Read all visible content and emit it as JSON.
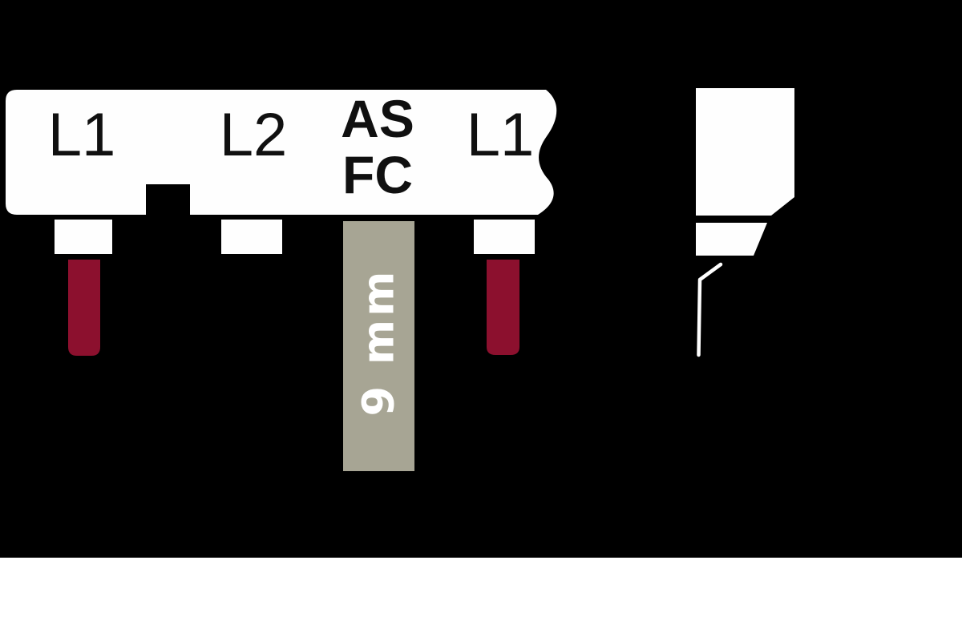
{
  "colors": {
    "background": "#000000",
    "busbar_white": "#fefefe",
    "pin_red": "#8c102e",
    "dimension_bar_gray": "#a7a594",
    "label_text_black": "#101010",
    "dimension_text_white": "#ffffff",
    "bottom_band_white": "#ffffff"
  },
  "labels": {
    "phase_left": "L1",
    "phase_middle": "L2",
    "type_line1": "AS",
    "type_line2": "FC",
    "phase_right": "L1",
    "pitch": "9 mm"
  }
}
